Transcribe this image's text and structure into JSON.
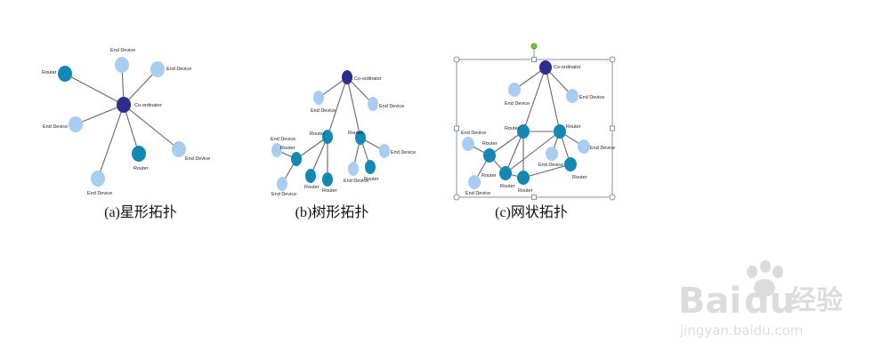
{
  "colors": {
    "coordinator": "#2e2c8c",
    "router": "#1289b5",
    "end_device": "#a9cdf0",
    "edge": "#666666",
    "selection": "#7f94a6",
    "rotate_handle": "#7cc143",
    "watermark": "#d9d9d9"
  },
  "labels": {
    "coordinator": "Co-ordinator",
    "router": "Router",
    "end_device": "End Device"
  },
  "diagrams": [
    {
      "id": "star",
      "caption": "(a)星形拓扑"
    },
    {
      "id": "tree",
      "caption": "(b)树形拓扑"
    },
    {
      "id": "mesh",
      "caption": "(c)网状拓扑"
    }
  ],
  "watermark": {
    "brand_left": "Bai",
    "brand_right": "经验",
    "url": "jingyan.baidu.com"
  }
}
